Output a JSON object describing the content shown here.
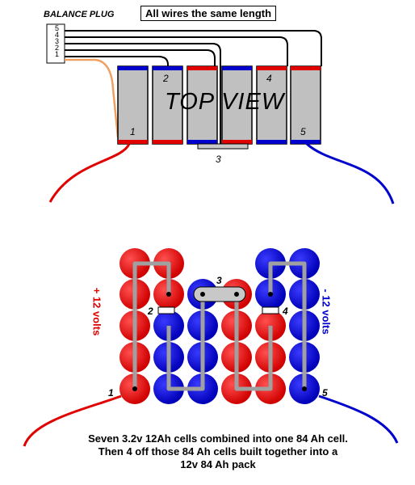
{
  "labels": {
    "balance_plug": "BALANCE PLUG",
    "wires_note": "All wires the same length",
    "top_view": "TOP VIEW",
    "plug_pins": [
      "5",
      "4",
      "3",
      "2",
      "1"
    ],
    "cell_numbers": {
      "c1": "1",
      "c2": "2",
      "c3": "3",
      "c4": "4",
      "c5": "5"
    },
    "bottom_tags": {
      "t1": "1",
      "t2": "2",
      "t3": "3",
      "t4": "4",
      "t5": "5"
    },
    "plus_volts": "+ 12 volts",
    "minus_volts": "- 12 volts"
  },
  "caption": {
    "line1": "Seven 3.2v 12Ah cells combined into one 84 Ah cell.",
    "line2": "Then 4 off those 84 Ah cells built together into a",
    "line3": "12v  84 Ah pack"
  },
  "colors": {
    "positive": "#e00000",
    "negative": "#0000cc",
    "cell_body": "#c0c0c0",
    "bus_bar": "#a8a8a8",
    "wire_orange": "#f0a060"
  }
}
